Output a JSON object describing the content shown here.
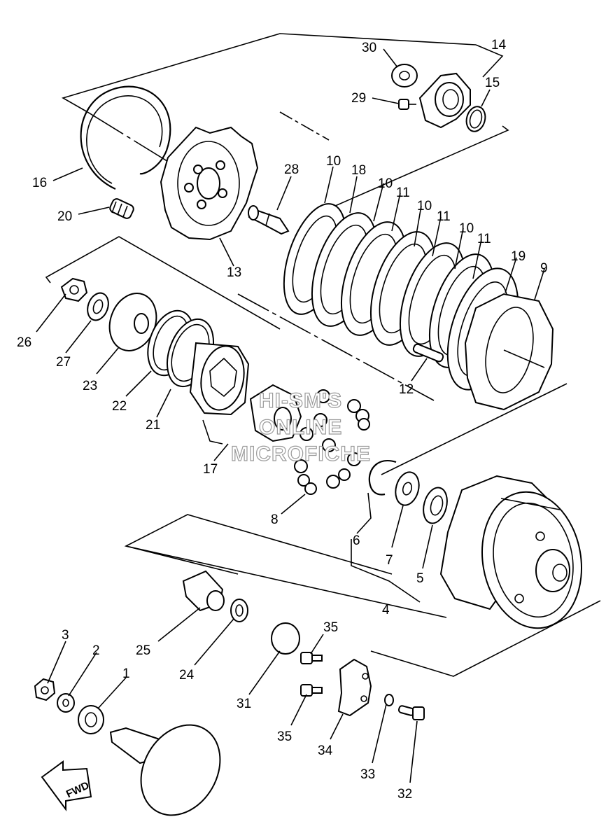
{
  "watermark": {
    "line1": "HI-SM'S",
    "line2": "ONLINE",
    "line3": "MICROFICHE"
  },
  "direction_label": "FWD",
  "callouts": [
    {
      "id": "c1",
      "text": "1"
    },
    {
      "id": "c2",
      "text": "2"
    },
    {
      "id": "c3",
      "text": "3"
    },
    {
      "id": "c4",
      "text": "4"
    },
    {
      "id": "c5",
      "text": "5"
    },
    {
      "id": "c6",
      "text": "6"
    },
    {
      "id": "c7",
      "text": "7"
    },
    {
      "id": "c8",
      "text": "8"
    },
    {
      "id": "c9",
      "text": "9"
    },
    {
      "id": "c10a",
      "text": "10"
    },
    {
      "id": "c10b",
      "text": "10"
    },
    {
      "id": "c10c",
      "text": "10"
    },
    {
      "id": "c10d",
      "text": "10"
    },
    {
      "id": "c11a",
      "text": "11"
    },
    {
      "id": "c11b",
      "text": "11"
    },
    {
      "id": "c11c",
      "text": "11"
    },
    {
      "id": "c12",
      "text": "12"
    },
    {
      "id": "c13",
      "text": "13"
    },
    {
      "id": "c14",
      "text": "14"
    },
    {
      "id": "c15",
      "text": "15"
    },
    {
      "id": "c16",
      "text": "16"
    },
    {
      "id": "c17",
      "text": "17"
    },
    {
      "id": "c18",
      "text": "18"
    },
    {
      "id": "c19",
      "text": "19"
    },
    {
      "id": "c20",
      "text": "20"
    },
    {
      "id": "c21",
      "text": "21"
    },
    {
      "id": "c22",
      "text": "22"
    },
    {
      "id": "c23",
      "text": "23"
    },
    {
      "id": "c24",
      "text": "24"
    },
    {
      "id": "c25",
      "text": "25"
    },
    {
      "id": "c26",
      "text": "26"
    },
    {
      "id": "c27",
      "text": "27"
    },
    {
      "id": "c28",
      "text": "28"
    },
    {
      "id": "c29",
      "text": "29"
    },
    {
      "id": "c30",
      "text": "30"
    },
    {
      "id": "c31",
      "text": "31"
    },
    {
      "id": "c32",
      "text": "32"
    },
    {
      "id": "c33",
      "text": "33"
    },
    {
      "id": "c34",
      "text": "34"
    },
    {
      "id": "c35a",
      "text": "35"
    },
    {
      "id": "c35b",
      "text": "35"
    }
  ]
}
